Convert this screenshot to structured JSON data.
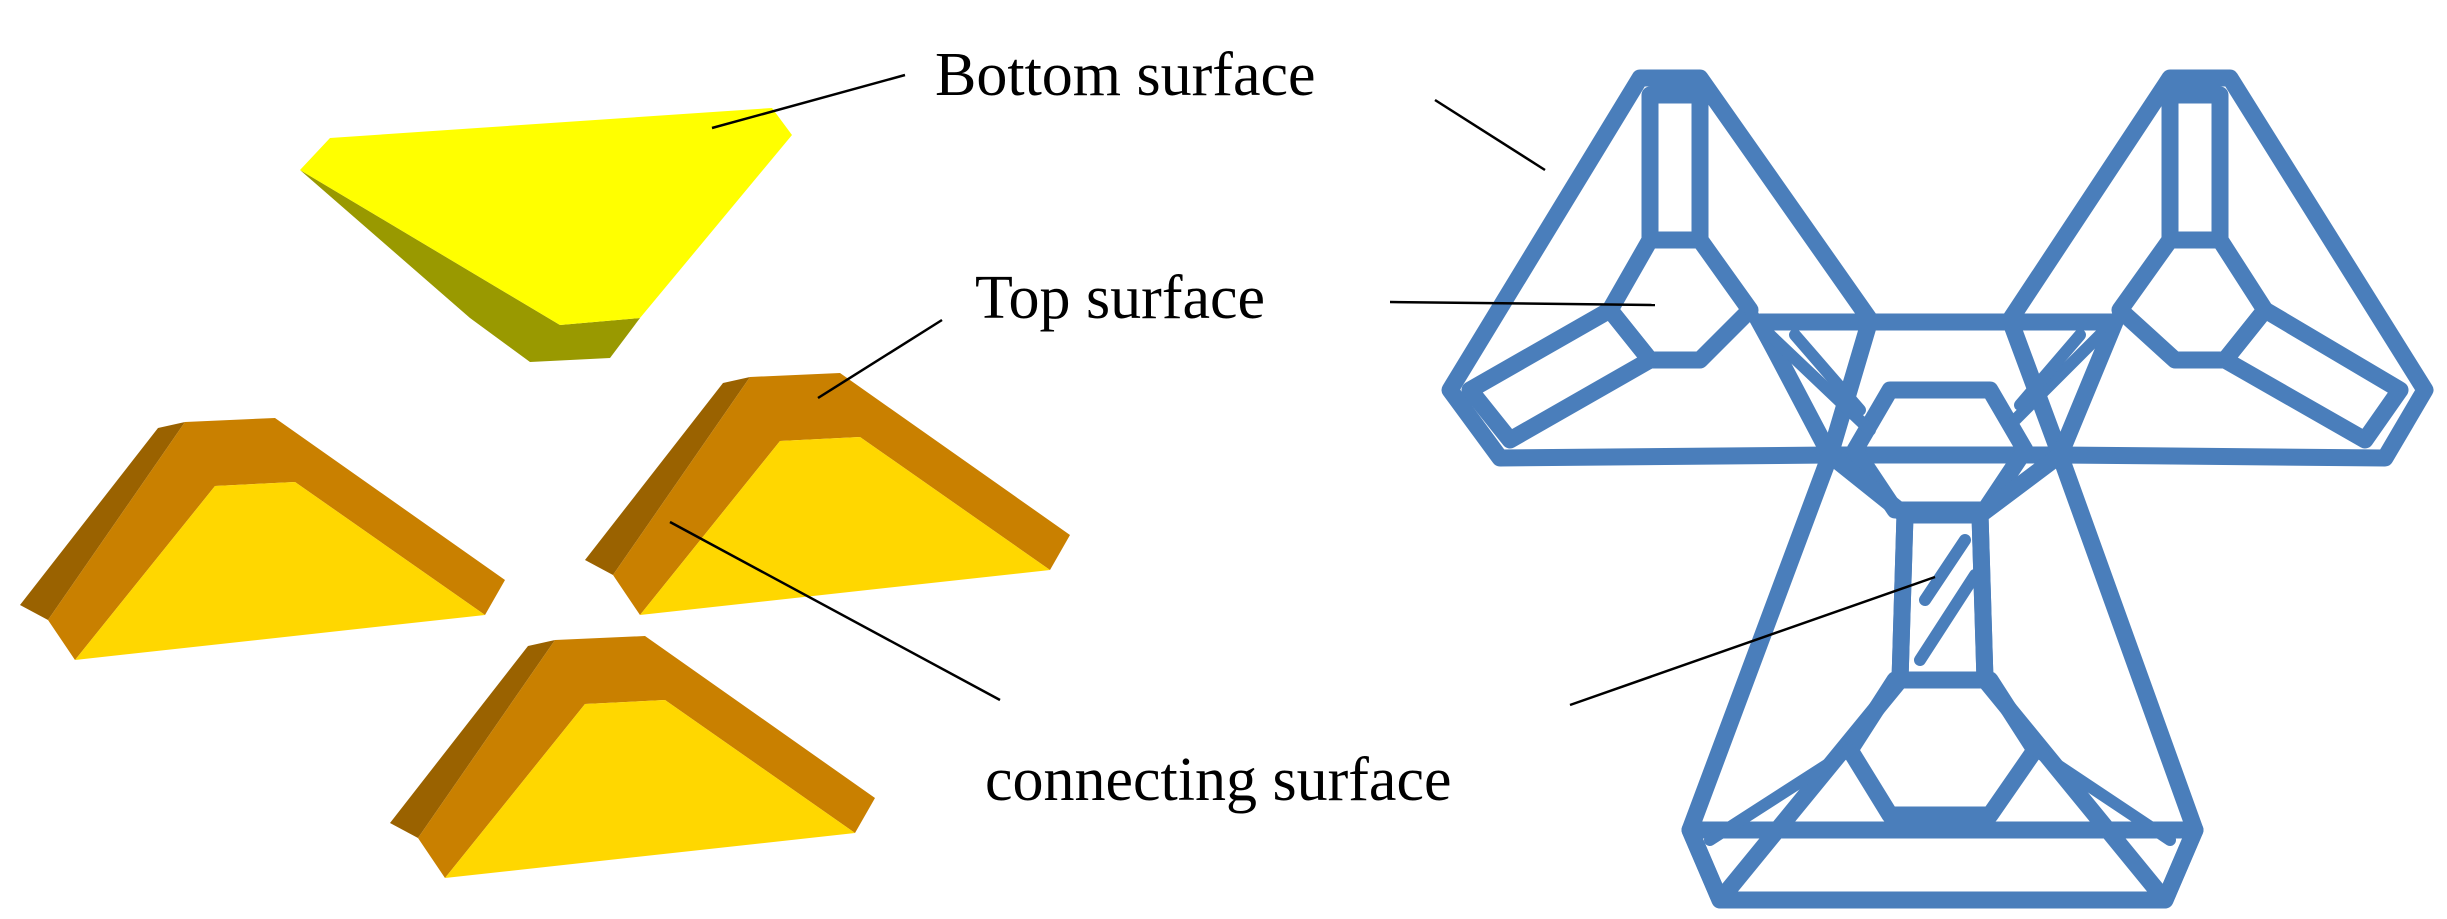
{
  "labels": {
    "bottom_surface": "Bottom surface",
    "top_surface": "Top surface",
    "connecting_surface": "connecting surface"
  },
  "colors": {
    "bottom_face": "#ffff00",
    "bottom_side": "#999900",
    "bottom_front": "#b8b800",
    "top_face": "#ffd700",
    "connecting_band": "#c98000",
    "connecting_dark": "#9a6200",
    "frame": "#4a7ebb",
    "text": "#000000"
  },
  "icons": {
    "bottom_piece": "yellow-bottom-surface-piece",
    "segment": "corner-segment-piece",
    "frame": "blue-tripod-wireframe"
  }
}
